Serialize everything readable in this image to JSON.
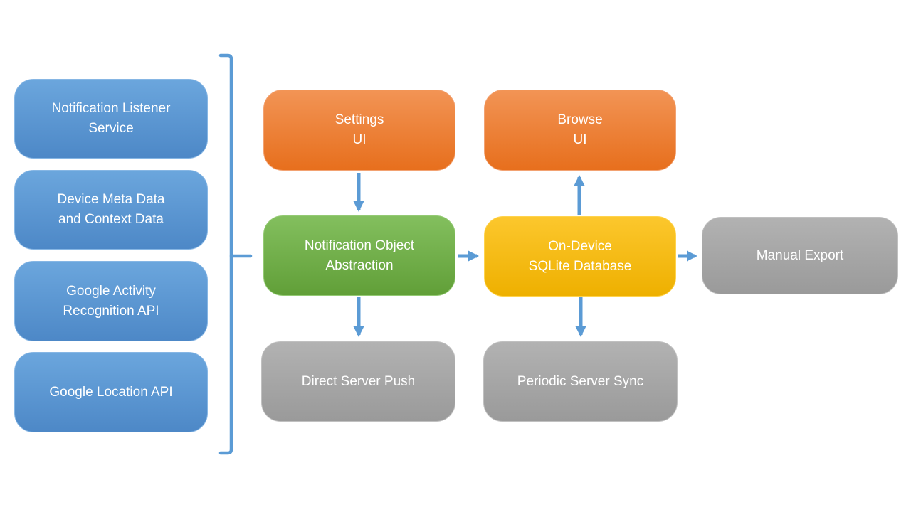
{
  "colors": {
    "connector": "#5b9bd5",
    "source_top": "#6ba6dd",
    "source_bottom": "#4d88c7",
    "source_border": "#86b6e4",
    "ui_top": "#f29455",
    "ui_bottom": "#e76f1d",
    "ui_border": "#f2a272",
    "abstraction_top": "#83bf5e",
    "abstraction_bottom": "#619f38",
    "abstraction_border": "#94ca74",
    "database_top": "#fcc72d",
    "database_bottom": "#eeb000",
    "database_border": "#ffd34d",
    "output_top": "#b2b2b2",
    "output_bottom": "#9a9a9a",
    "output_border": "#c0c0c0"
  },
  "sources": [
    {
      "label": "Notification Listener\nService"
    },
    {
      "label": "Device Meta Data\nand Context Data"
    },
    {
      "label": "Google Activity\nRecognition API"
    },
    {
      "label": "Google Location API"
    }
  ],
  "nodes": {
    "settings_ui": {
      "label": "Settings\nUI"
    },
    "browse_ui": {
      "label": "Browse\nUI"
    },
    "notification_object_abstraction": {
      "label": "Notification Object\nAbstraction"
    },
    "on_device_sqlite_database": {
      "label": "On-Device\nSQLite Database"
    },
    "manual_export": {
      "label": "Manual Export"
    },
    "direct_server_push": {
      "label": "Direct Server Push"
    },
    "periodic_server_sync": {
      "label": "Periodic Server Sync"
    }
  }
}
